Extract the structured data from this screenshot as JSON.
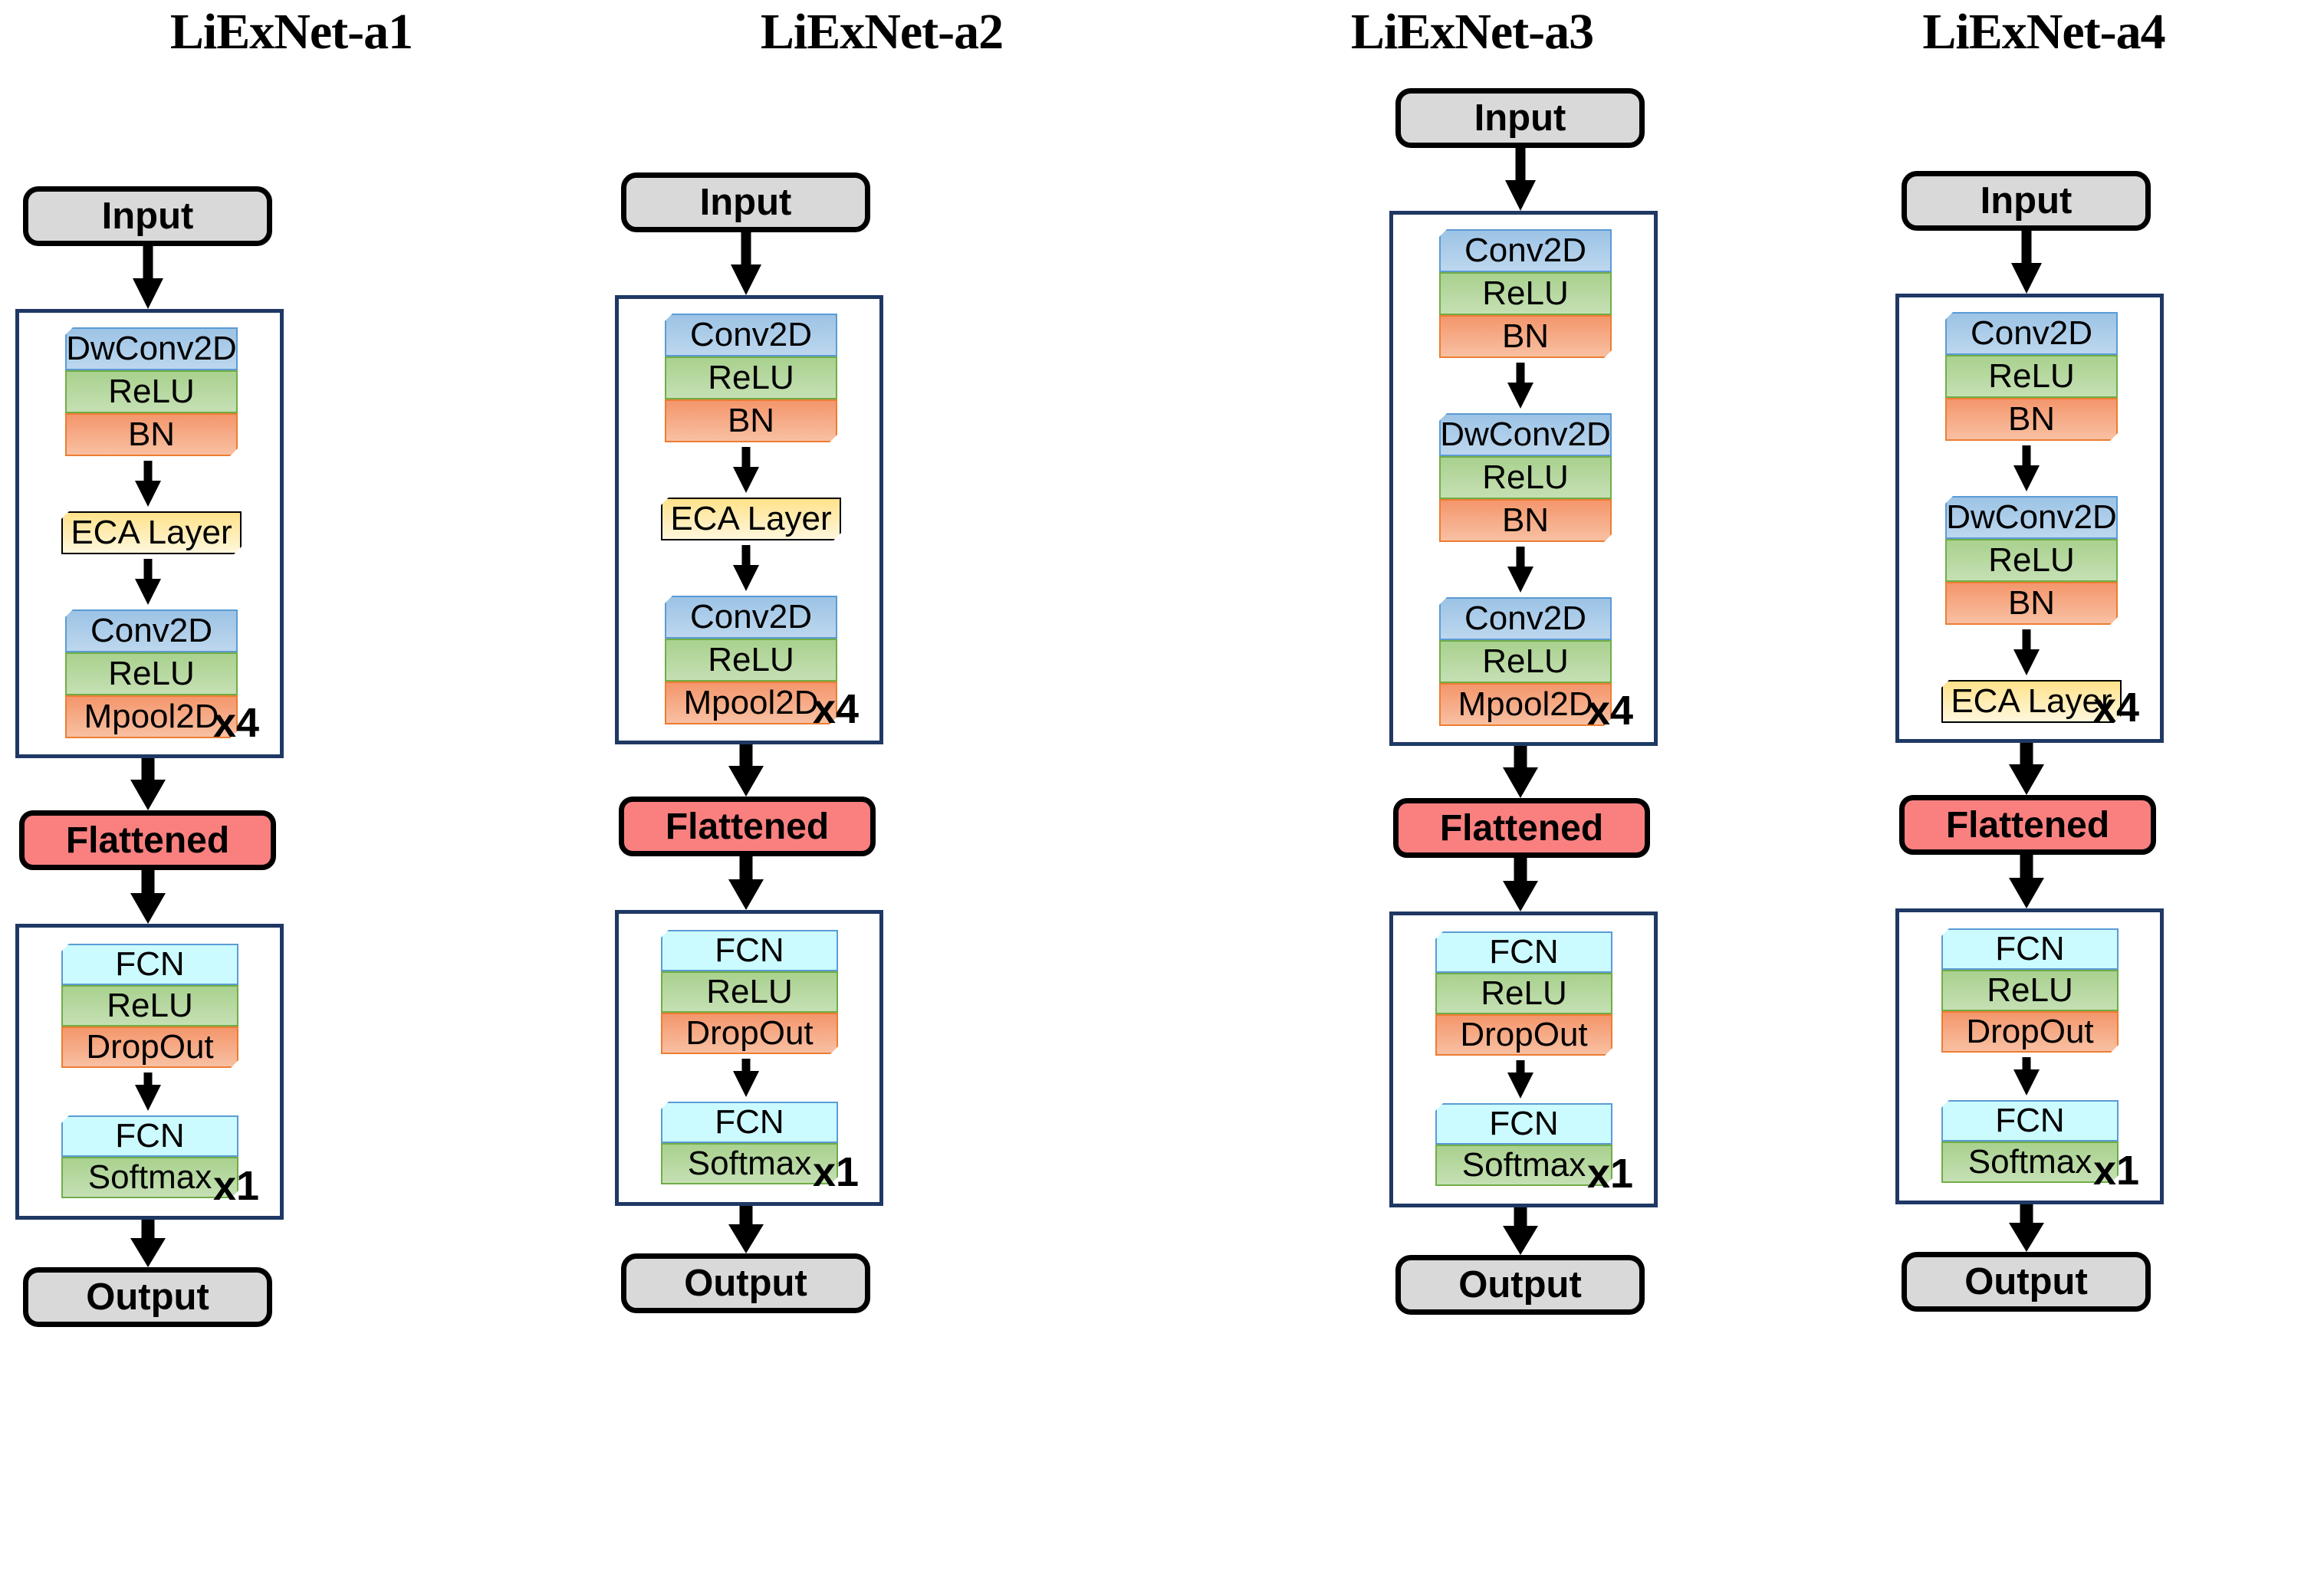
{
  "figure": {
    "kind": "neural-network-architecture-comparison",
    "column_count": 4
  },
  "palette": {
    "conv_blue": "#9cc3e5",
    "relu_green": "#a9d18e",
    "bn_orange": "#f4966c",
    "eca_yellow": "#ffe28a",
    "fcn_cyan": "#ccfbff",
    "flatten_red": "#fa8080",
    "terminal_grey": "#d9d9d9",
    "group_frame_navy": "#1f3864",
    "outline_black": "#000000"
  },
  "labels": {
    "input": "Input",
    "output": "Output",
    "flattened": "Flattened",
    "conv2d": "Conv2D",
    "dwconv2d": "DwConv2D",
    "relu": "ReLU",
    "bn": "BN",
    "mpool2d": "Mpool2D",
    "eca_layer": "ECA Layer",
    "fcn": "FCN",
    "dropout": "DropOut",
    "softmax": "Softmax",
    "x4": "x4",
    "x1": "x1"
  },
  "columns": [
    {
      "title": "LiExNet-a1",
      "input": "Input",
      "feature_block": {
        "multiplier": "x4",
        "stacks": [
          {
            "bars": [
              {
                "text": "DwConv2D",
                "color": "conv_blue"
              },
              {
                "text": "ReLU",
                "color": "relu_green"
              },
              {
                "text": "BN",
                "color": "bn_orange"
              }
            ]
          },
          {
            "bars": [
              {
                "text": "ECA Layer",
                "color": "eca_yellow"
              }
            ]
          },
          {
            "bars": [
              {
                "text": "Conv2D",
                "color": "conv_blue"
              },
              {
                "text": "ReLU",
                "color": "relu_green"
              },
              {
                "text": "Mpool2D",
                "color": "bn_orange"
              }
            ]
          }
        ]
      },
      "flattened": "Flattened",
      "classifier_block": {
        "multiplier": "x1",
        "stacks": [
          {
            "bars": [
              {
                "text": "FCN",
                "color": "fcn_cyan"
              },
              {
                "text": "ReLU",
                "color": "relu_green"
              },
              {
                "text": "DropOut",
                "color": "bn_orange"
              }
            ]
          },
          {
            "bars": [
              {
                "text": "FCN",
                "color": "fcn_cyan"
              },
              {
                "text": "Softmax",
                "color": "relu_green"
              }
            ]
          }
        ]
      },
      "output": "Output"
    },
    {
      "title": "LiExNet-a2",
      "input": "Input",
      "feature_block": {
        "multiplier": "x4",
        "stacks": [
          {
            "bars": [
              {
                "text": "Conv2D",
                "color": "conv_blue"
              },
              {
                "text": "ReLU",
                "color": "relu_green"
              },
              {
                "text": "BN",
                "color": "bn_orange"
              }
            ]
          },
          {
            "bars": [
              {
                "text": "ECA Layer",
                "color": "eca_yellow"
              }
            ]
          },
          {
            "bars": [
              {
                "text": "Conv2D",
                "color": "conv_blue"
              },
              {
                "text": "ReLU",
                "color": "relu_green"
              },
              {
                "text": "Mpool2D",
                "color": "bn_orange"
              }
            ]
          }
        ]
      },
      "flattened": "Flattened",
      "classifier_block": {
        "multiplier": "x1",
        "stacks": [
          {
            "bars": [
              {
                "text": "FCN",
                "color": "fcn_cyan"
              },
              {
                "text": "ReLU",
                "color": "relu_green"
              },
              {
                "text": "DropOut",
                "color": "bn_orange"
              }
            ]
          },
          {
            "bars": [
              {
                "text": "FCN",
                "color": "fcn_cyan"
              },
              {
                "text": "Softmax",
                "color": "relu_green"
              }
            ]
          }
        ]
      },
      "output": "Output"
    },
    {
      "title": "LiExNet-a3",
      "input": "Input",
      "feature_block": {
        "multiplier": "x4",
        "stacks": [
          {
            "bars": [
              {
                "text": "Conv2D",
                "color": "conv_blue"
              },
              {
                "text": "ReLU",
                "color": "relu_green"
              },
              {
                "text": "BN",
                "color": "bn_orange"
              }
            ]
          },
          {
            "bars": [
              {
                "text": "DwConv2D",
                "color": "conv_blue"
              },
              {
                "text": "ReLU",
                "color": "relu_green"
              },
              {
                "text": "BN",
                "color": "bn_orange"
              }
            ]
          },
          {
            "bars": [
              {
                "text": "Conv2D",
                "color": "conv_blue"
              },
              {
                "text": "ReLU",
                "color": "relu_green"
              },
              {
                "text": "Mpool2D",
                "color": "bn_orange"
              }
            ]
          }
        ]
      },
      "flattened": "Flattened",
      "classifier_block": {
        "multiplier": "x1",
        "stacks": [
          {
            "bars": [
              {
                "text": "FCN",
                "color": "fcn_cyan"
              },
              {
                "text": "ReLU",
                "color": "relu_green"
              },
              {
                "text": "DropOut",
                "color": "bn_orange"
              }
            ]
          },
          {
            "bars": [
              {
                "text": "FCN",
                "color": "fcn_cyan"
              },
              {
                "text": "Softmax",
                "color": "relu_green"
              }
            ]
          }
        ]
      },
      "output": "Output"
    },
    {
      "title": "LiExNet-a4",
      "input": "Input",
      "feature_block": {
        "multiplier": "x4",
        "stacks": [
          {
            "bars": [
              {
                "text": "Conv2D",
                "color": "conv_blue"
              },
              {
                "text": "ReLU",
                "color": "relu_green"
              },
              {
                "text": "BN",
                "color": "bn_orange"
              }
            ]
          },
          {
            "bars": [
              {
                "text": "DwConv2D",
                "color": "conv_blue"
              },
              {
                "text": "ReLU",
                "color": "relu_green"
              },
              {
                "text": "BN",
                "color": "bn_orange"
              }
            ]
          },
          {
            "bars": [
              {
                "text": "ECA Layer",
                "color": "eca_yellow"
              }
            ]
          }
        ]
      },
      "flattened": "Flattened",
      "classifier_block": {
        "multiplier": "x1",
        "stacks": [
          {
            "bars": [
              {
                "text": "FCN",
                "color": "fcn_cyan"
              },
              {
                "text": "ReLU",
                "color": "relu_green"
              },
              {
                "text": "DropOut",
                "color": "bn_orange"
              }
            ]
          },
          {
            "bars": [
              {
                "text": "FCN",
                "color": "fcn_cyan"
              },
              {
                "text": "Softmax",
                "color": "relu_green"
              }
            ]
          }
        ]
      },
      "output": "Output"
    }
  ]
}
